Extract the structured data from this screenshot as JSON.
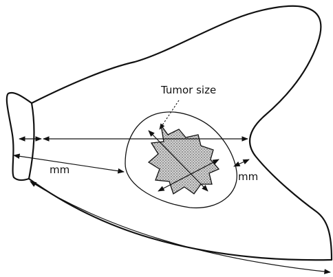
{
  "labels": {
    "tumor_size": "Tumor size",
    "mm_left": "mm",
    "mm_right": "mm"
  }
}
